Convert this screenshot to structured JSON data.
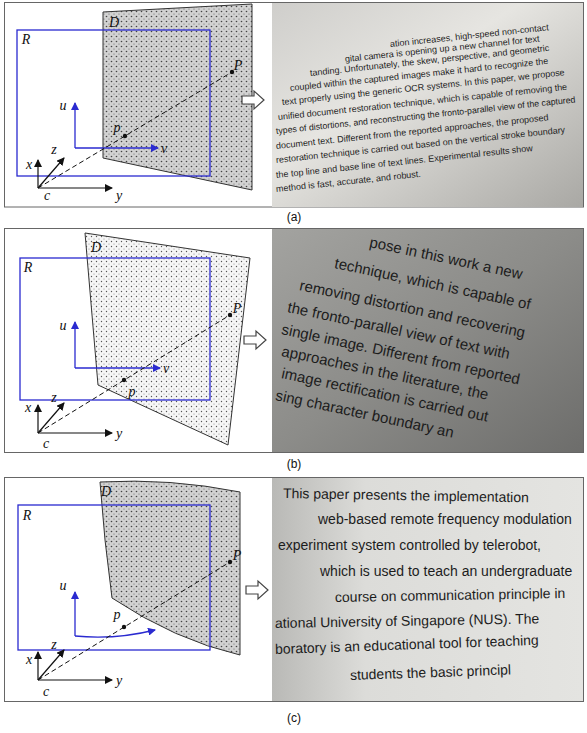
{
  "diagram": {
    "labels": [
      "R",
      "D",
      "u",
      "v",
      "x",
      "y",
      "z",
      "c",
      "P",
      "p",
      "ation increases, high-speed non-contact",
      "gital camera is opening up a new channel for text",
      "tanding. Unfortunately, the skew, perspective, and geometric",
      "coupled within the captured images make it hard to recognize the",
      "text properly using the generic OCR systems. In this paper, we propose",
      "unified document restoration technique, which is capable of removing the",
      "types of distortions, and reconstructing the fronto-parallel view of the captured",
      "document text. Different from the reported approaches, the proposed",
      "restoration technique is carried out based on the vertical stroke boundary",
      "the top line and base line of text lines. Experimental results show",
      "method is fast, accurate, and robust.",
      "(a)",
      "R",
      "D",
      "u",
      "v",
      "x",
      "y",
      "z",
      "c",
      "P",
      "p",
      "pose in this work a new",
      "technique, which is capable of",
      "removing distortion and recovering",
      "the fronto-parallel view of text with",
      "single image. Different from reported",
      "approaches in the literature, the",
      "image rectification is carried out",
      "sing character boundary an",
      "(b)",
      "R",
      "D",
      "u",
      "x",
      "y",
      "z",
      "c",
      "P",
      "p",
      "This paper presents the implementation",
      "web-based remote frequency modulation",
      "experiment system controlled by telerobot,",
      "which is used to teach an undergraduate",
      "course on communication principle in",
      "ational University of Singapore (NUS). The",
      "boratory is an educational tool for teaching",
      "students the basic principl",
      "(c)"
    ]
  }
}
